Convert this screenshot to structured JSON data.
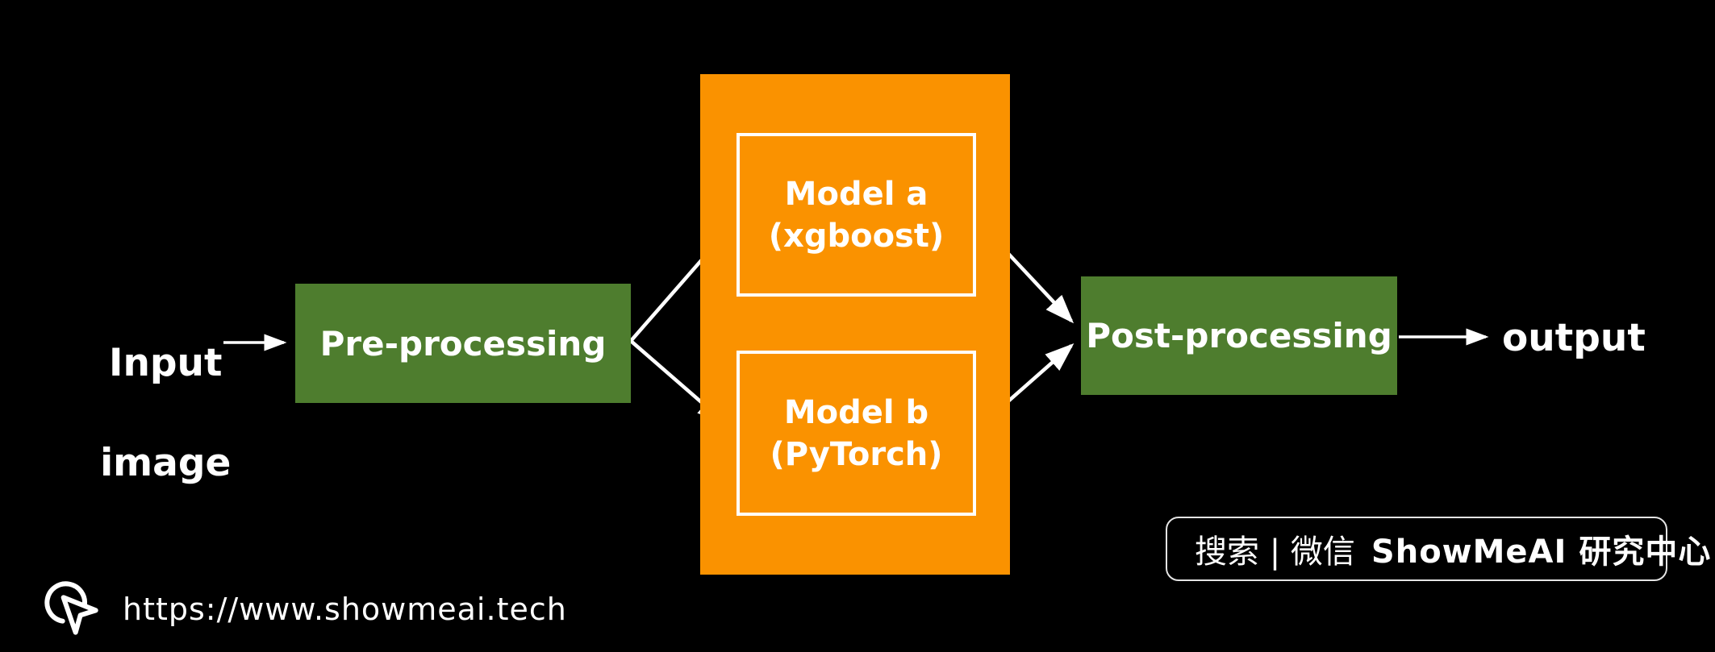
{
  "diagram": {
    "input": {
      "line1": "Input",
      "line2": "image"
    },
    "preprocessing": {
      "label": "Pre-processing"
    },
    "models": {
      "model_a": {
        "line1": "Model a",
        "line2": "(xgboost)"
      },
      "model_b": {
        "line1": "Model b",
        "line2": "(PyTorch)"
      }
    },
    "postprocessing": {
      "label": "Post-processing"
    },
    "output": {
      "label": "output"
    }
  },
  "branding": {
    "url": "https://www.showmeai.tech",
    "cursor_icon": "cursor-click-icon",
    "search_badge": {
      "icon": "search-icon",
      "prefix": "搜索 | 微信",
      "brand": "ShowMeAI 研究中心"
    }
  },
  "colors": {
    "background": "#000000",
    "process_box_green": "#4e7d2e",
    "model_group_orange": "#fa9200",
    "text_white": "#ffffff",
    "search_icon_gray": "#909090",
    "badge_border": "#e4e4e4"
  }
}
